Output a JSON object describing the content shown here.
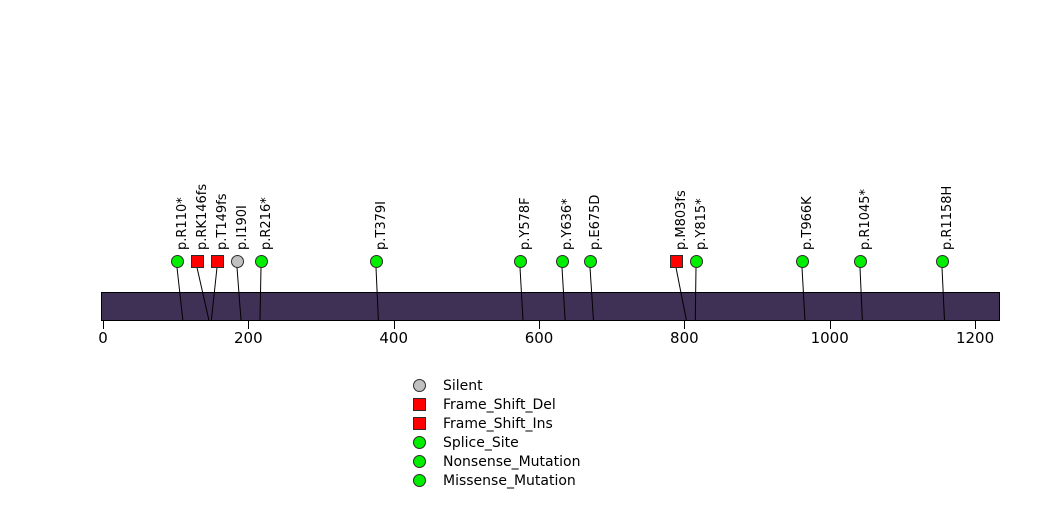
{
  "chart_data": {
    "type": "lollipop",
    "title": "",
    "xlabel": "",
    "ylabel": "",
    "xlim": [
      0,
      1234
    ],
    "grid": false,
    "backbone": {
      "start": 0,
      "end": 1234,
      "color": "#3f3055"
    },
    "axis": {
      "ticks": [
        0,
        200,
        400,
        600,
        800,
        1000,
        1200
      ],
      "tick_labels": [
        "0",
        "200",
        "400",
        "600",
        "800",
        "1000",
        "1200"
      ]
    },
    "colors": {
      "silent": "#c0c0c0",
      "frame_shift_del": "#ff0000",
      "frame_shift_ins": "#ff0000",
      "splice_site": "#00ee00",
      "nonsense_mutation": "#00ee00",
      "missense_mutation": "#00ee00",
      "stroke": "#2b2b2b"
    },
    "mutations": [
      {
        "label": "p.R110*",
        "position": 110,
        "shape": "circle",
        "color": "#00ee00",
        "type": "Nonsense_Mutation",
        "label_x": 172,
        "marker_x": 177
      },
      {
        "label": "p.RK146fs",
        "position": 146,
        "shape": "square",
        "color": "#ff0000",
        "type": "Frame_Shift_Del",
        "label_x": 192,
        "marker_x": 197
      },
      {
        "label": "p.T149fs",
        "position": 149,
        "shape": "square",
        "color": "#ff0000",
        "type": "Frame_Shift_Ins",
        "label_x": 212,
        "marker_x": 217
      },
      {
        "label": "p.I190I",
        "position": 190,
        "shape": "circle",
        "color": "#c0c0c0",
        "type": "Silent",
        "label_x": 232,
        "marker_x": 237
      },
      {
        "label": "p.R216*",
        "position": 216,
        "shape": "circle",
        "color": "#00ee00",
        "type": "Nonsense_Mutation",
        "label_x": 256,
        "marker_x": 261
      },
      {
        "label": "p.T379I",
        "position": 379,
        "shape": "circle",
        "color": "#00ee00",
        "type": "Missense_Mutation",
        "label_x": 371,
        "marker_x": 376
      },
      {
        "label": "p.Y578F",
        "position": 578,
        "shape": "circle",
        "color": "#00ee00",
        "type": "Missense_Mutation",
        "label_x": 515,
        "marker_x": 520
      },
      {
        "label": "p.Y636*",
        "position": 636,
        "shape": "circle",
        "color": "#00ee00",
        "type": "Nonsense_Mutation",
        "label_x": 557,
        "marker_x": 562
      },
      {
        "label": "p.E675D",
        "position": 675,
        "shape": "circle",
        "color": "#00ee00",
        "type": "Missense_Mutation",
        "label_x": 585,
        "marker_x": 590
      },
      {
        "label": "p.M803fs",
        "position": 803,
        "shape": "square",
        "color": "#ff0000",
        "type": "Frame_Shift_Del",
        "label_x": 671,
        "marker_x": 676
      },
      {
        "label": "p.Y815*",
        "position": 815,
        "shape": "circle",
        "color": "#00ee00",
        "type": "Nonsense_Mutation",
        "label_x": 691,
        "marker_x": 696
      },
      {
        "label": "p.T966K",
        "position": 966,
        "shape": "circle",
        "color": "#00ee00",
        "type": "Missense_Mutation",
        "label_x": 797,
        "marker_x": 802
      },
      {
        "label": "p.R1045*",
        "position": 1045,
        "shape": "circle",
        "color": "#00ee00",
        "type": "Nonsense_Mutation",
        "label_x": 855,
        "marker_x": 860
      },
      {
        "label": "p.R1158H",
        "position": 1158,
        "shape": "circle",
        "color": "#00ee00",
        "type": "Missense_Mutation",
        "label_x": 937,
        "marker_x": 942
      }
    ],
    "legend": {
      "position": "bottom-center",
      "entries": [
        {
          "label": "Silent",
          "shape": "circle",
          "color": "#c0c0c0"
        },
        {
          "label": "Frame_Shift_Del",
          "shape": "square",
          "color": "#ff0000"
        },
        {
          "label": "Frame_Shift_Ins",
          "shape": "square",
          "color": "#ff0000"
        },
        {
          "label": "Splice_Site",
          "shape": "circle",
          "color": "#00ee00"
        },
        {
          "label": "Nonsense_Mutation",
          "shape": "circle",
          "color": "#00ee00"
        },
        {
          "label": "Missense_Mutation",
          "shape": "circle",
          "color": "#00ee00"
        }
      ]
    }
  }
}
